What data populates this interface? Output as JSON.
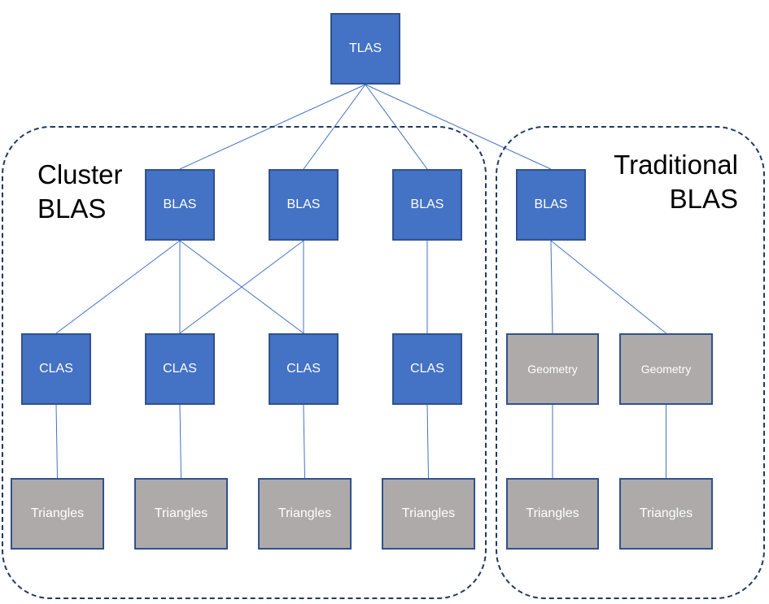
{
  "colors": {
    "structure": "#4472c4",
    "primitive": "#aeaaaa",
    "edge": "#4472c4",
    "border": "#1f3864"
  },
  "groups": {
    "cluster": {
      "line1": "Cluster",
      "line2": "BLAS"
    },
    "traditional": {
      "line1": "Traditional",
      "line2": "BLAS"
    }
  },
  "nodes": {
    "tlas": "TLAS",
    "blas_1": "BLAS",
    "blas_2": "BLAS",
    "blas_3": "BLAS",
    "blas_4": "BLAS",
    "clas_1": "CLAS",
    "clas_2": "CLAS",
    "clas_3": "CLAS",
    "clas_4": "CLAS",
    "geometry_1": "Geometry",
    "geometry_2": "Geometry",
    "triangles_1": "Triangles",
    "triangles_2": "Triangles",
    "triangles_3": "Triangles",
    "triangles_4": "Triangles",
    "triangles_5": "Triangles",
    "triangles_6": "Triangles"
  },
  "edges": [
    [
      "tlas",
      "blas_1"
    ],
    [
      "tlas",
      "blas_2"
    ],
    [
      "tlas",
      "blas_3"
    ],
    [
      "tlas",
      "blas_4"
    ],
    [
      "blas_1",
      "clas_1"
    ],
    [
      "blas_1",
      "clas_2"
    ],
    [
      "blas_1",
      "clas_3"
    ],
    [
      "blas_2",
      "clas_2"
    ],
    [
      "blas_2",
      "clas_3"
    ],
    [
      "blas_3",
      "clas_4"
    ],
    [
      "blas_4",
      "geometry_1"
    ],
    [
      "blas_4",
      "geometry_2"
    ],
    [
      "clas_1",
      "triangles_1"
    ],
    [
      "clas_2",
      "triangles_2"
    ],
    [
      "clas_3",
      "triangles_3"
    ],
    [
      "clas_4",
      "triangles_4"
    ],
    [
      "geometry_1",
      "triangles_5"
    ],
    [
      "geometry_2",
      "triangles_6"
    ]
  ]
}
